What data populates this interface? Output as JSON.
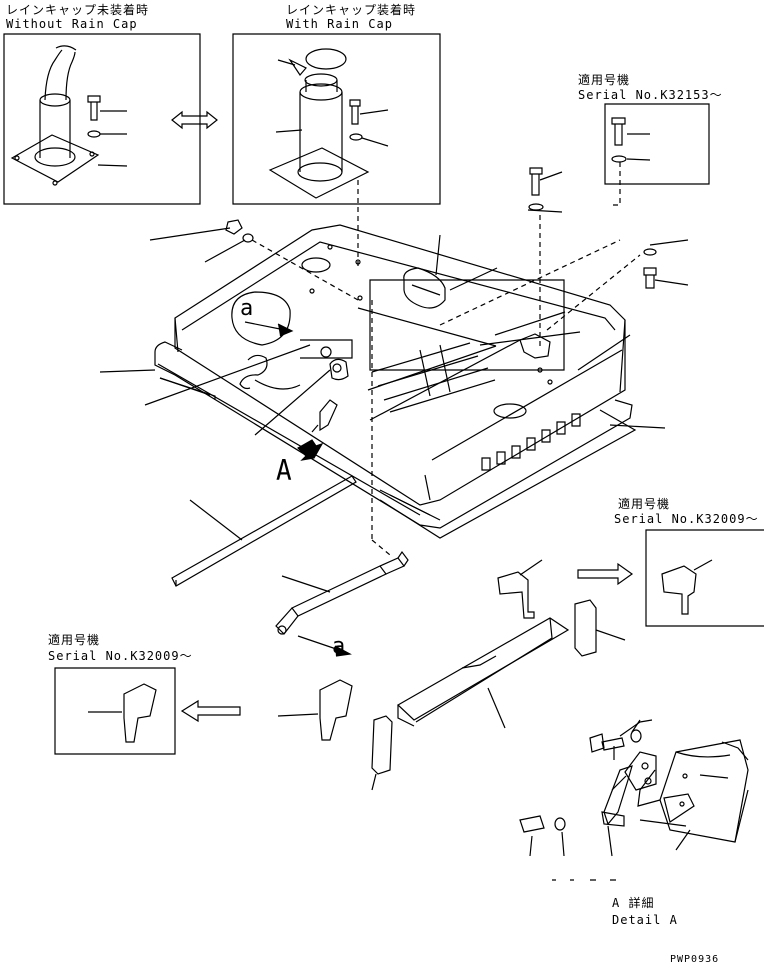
{
  "inset_without_cap": {
    "jp": "レインキャップ未装着時",
    "en": "Without Rain Cap"
  },
  "inset_with_cap": {
    "jp": "レインキャップ装着時",
    "en": "With Rain Cap"
  },
  "serial_k32153": {
    "jp": "適用号機",
    "en": "Serial No.K32153～"
  },
  "serial_k32009_right": {
    "jp": "適用号機",
    "en": "Serial No.K32009～"
  },
  "serial_k32009_left": {
    "jp": "適用号機",
    "en": "Serial No.K32009～"
  },
  "view_letter_A": "A",
  "view_letter_a_upper": "a",
  "view_letter_a_lower": "a",
  "detail": {
    "jp": "A 詳細",
    "en": "Detail A"
  },
  "figure_code": "PWP0936"
}
